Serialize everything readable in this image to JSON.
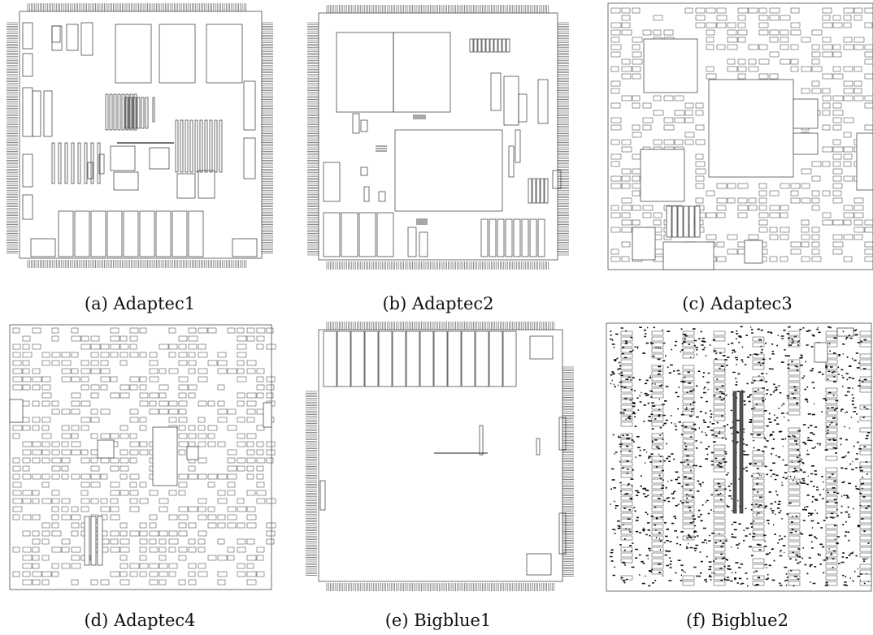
{
  "figure": {
    "panels": [
      {
        "key": "a",
        "caption": "(a) Adaptec1"
      },
      {
        "key": "b",
        "caption": "(b) Adaptec2"
      },
      {
        "key": "c",
        "caption": "(c) Adaptec3"
      },
      {
        "key": "d",
        "caption": "(d) Adaptec4"
      },
      {
        "key": "e",
        "caption": "(e) Bigblue1"
      },
      {
        "key": "f",
        "caption": "(f) Bigblue2"
      }
    ]
  }
}
